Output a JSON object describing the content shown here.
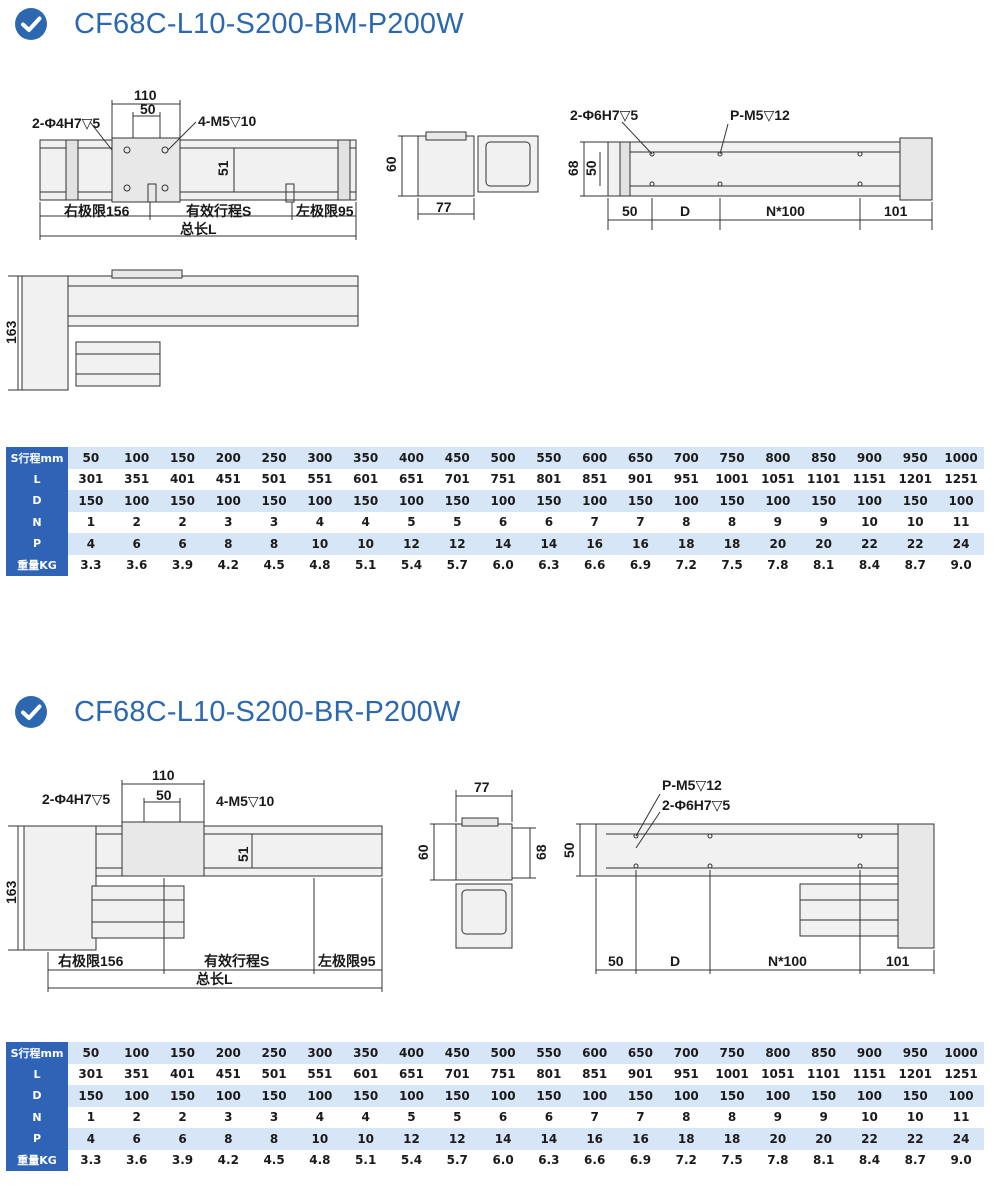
{
  "colors": {
    "accent": "#2c68b0",
    "header_cell": "#2f63b6",
    "row_tint": "#d7e6f7"
  },
  "sections": [
    {
      "title": "CF68C-L10-S200-BM-P200W",
      "icon": "check-circle-icon",
      "dims": {
        "d110": "110",
        "d50": "50",
        "hole_a": "2-Φ4H7▽5",
        "hole_b": "4-M5▽10",
        "d51": "51",
        "right_limit": "右极限156",
        "stroke": "有效行程S",
        "left_limit": "左极限95",
        "total": "总长L",
        "d60": "60",
        "d77": "77",
        "d163": "163",
        "side_hole_a": "2-Φ6H7▽5",
        "side_hole_b": "P-M5▽12",
        "d68": "68",
        "d50v": "50",
        "s50": "50",
        "sD": "D",
        "sN": "N*100",
        "s101": "101"
      }
    },
    {
      "title": "CF68C-L10-S200-BR-P200W",
      "icon": "check-circle-icon",
      "dims": {
        "d110": "110",
        "d50": "50",
        "hole_a": "2-Φ4H7▽5",
        "hole_b": "4-M5▽10",
        "d51": "51",
        "right_limit": "右极限156",
        "stroke": "有效行程S",
        "left_limit": "左极限95",
        "total": "总长L",
        "d163": "163",
        "d77": "77",
        "d60": "60",
        "d68": "68",
        "side_hole_b": "P-M5▽12",
        "side_hole_a": "2-Φ6H7▽5",
        "d50v": "50",
        "s50": "50",
        "sD": "D",
        "sN": "N*100",
        "s101": "101"
      }
    }
  ],
  "table": {
    "rows": [
      {
        "label": "S行程mm",
        "values": [
          "50",
          "100",
          "150",
          "200",
          "250",
          "300",
          "350",
          "400",
          "450",
          "500",
          "550",
          "600",
          "650",
          "700",
          "750",
          "800",
          "850",
          "900",
          "950",
          "1000"
        ]
      },
      {
        "label": "L",
        "values": [
          "301",
          "351",
          "401",
          "451",
          "501",
          "551",
          "601",
          "651",
          "701",
          "751",
          "801",
          "851",
          "901",
          "951",
          "1001",
          "1051",
          "1101",
          "1151",
          "1201",
          "1251"
        ]
      },
      {
        "label": "D",
        "values": [
          "150",
          "100",
          "150",
          "100",
          "150",
          "100",
          "150",
          "100",
          "150",
          "100",
          "150",
          "100",
          "150",
          "100",
          "150",
          "100",
          "150",
          "100",
          "150",
          "100"
        ]
      },
      {
        "label": "N",
        "values": [
          "1",
          "2",
          "2",
          "3",
          "3",
          "4",
          "4",
          "5",
          "5",
          "6",
          "6",
          "7",
          "7",
          "8",
          "8",
          "9",
          "9",
          "10",
          "10",
          "11"
        ]
      },
      {
        "label": "P",
        "values": [
          "4",
          "6",
          "6",
          "8",
          "8",
          "10",
          "10",
          "12",
          "12",
          "14",
          "14",
          "16",
          "16",
          "18",
          "18",
          "20",
          "20",
          "22",
          "22",
          "24"
        ]
      },
      {
        "label": "重量KG",
        "values": [
          "3.3",
          "3.6",
          "3.9",
          "4.2",
          "4.5",
          "4.8",
          "5.1",
          "5.4",
          "5.7",
          "6.0",
          "6.3",
          "6.6",
          "6.9",
          "7.2",
          "7.5",
          "7.8",
          "8.1",
          "8.4",
          "8.7",
          "9.0"
        ]
      }
    ]
  }
}
